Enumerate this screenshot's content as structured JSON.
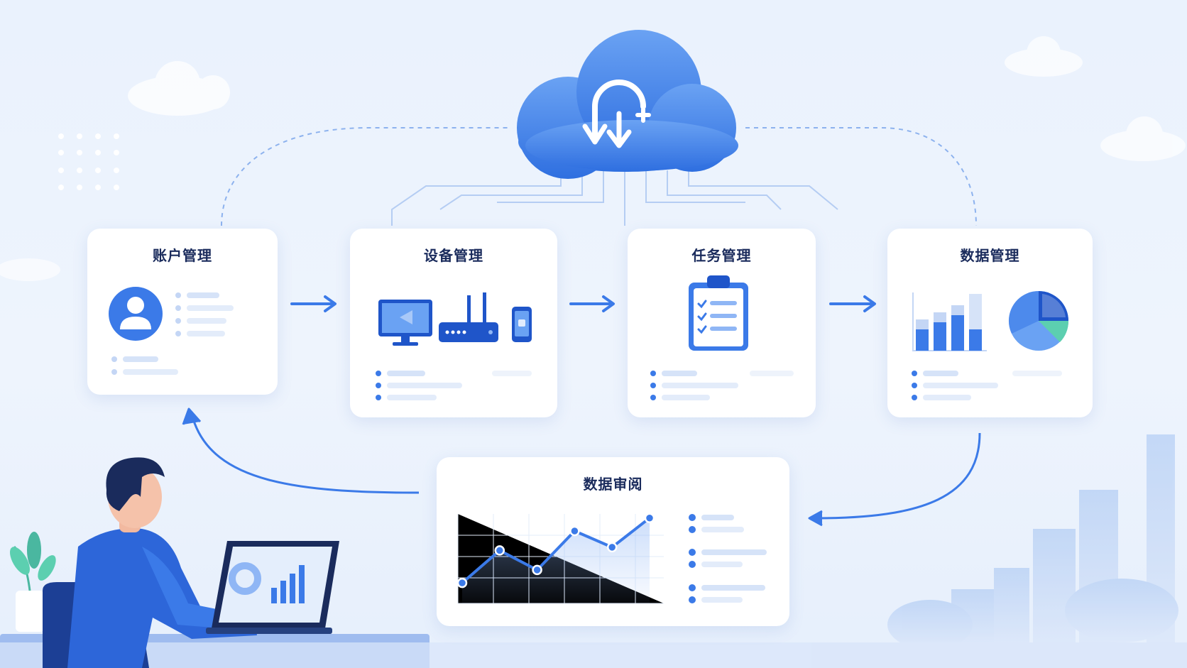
{
  "modules": {
    "account": {
      "title": "账户管理"
    },
    "device": {
      "title": "设备管理"
    },
    "task": {
      "title": "任务管理"
    },
    "data": {
      "title": "数据管理"
    },
    "review": {
      "title": "数据审阅"
    }
  },
  "colors": {
    "primary": "#3b7ae8",
    "primary_dark": "#1f55c9",
    "primary_light": "#8fb6f5",
    "accent_green": "#5ccfb0",
    "title_text": "#1a2b5c",
    "placeholder_line": "#d6e3f8"
  },
  "chart_data": {
    "type": "line",
    "x": [
      1,
      2,
      3,
      4,
      5,
      6
    ],
    "values": [
      1,
      3,
      1.8,
      4.2,
      3.2,
      5
    ]
  }
}
